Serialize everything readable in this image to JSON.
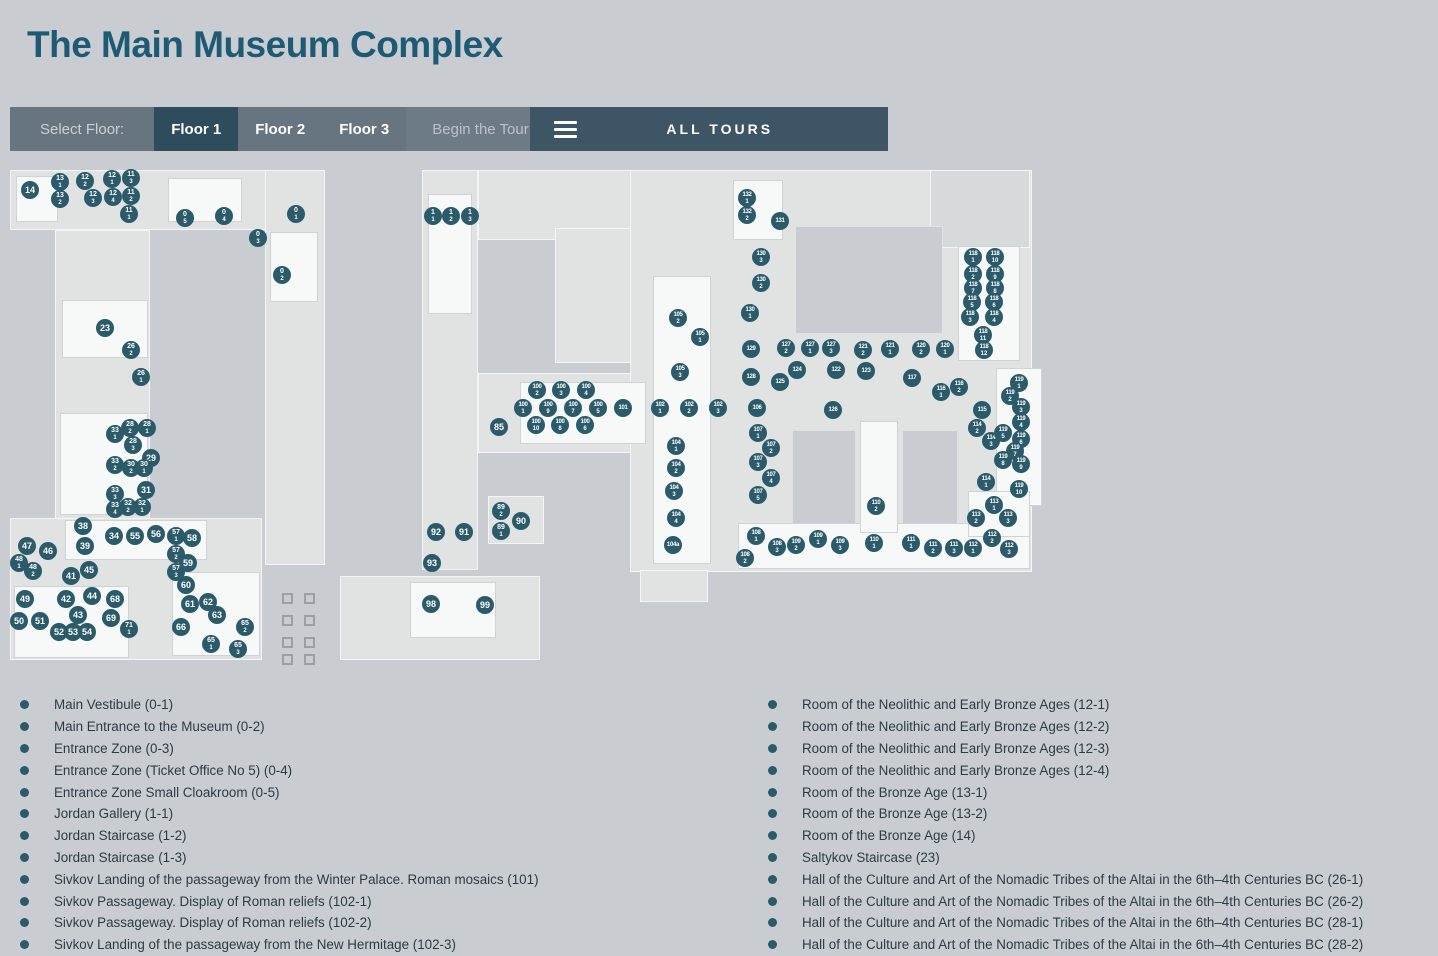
{
  "page": {
    "title": "The Main Museum Complex"
  },
  "toolbar": {
    "select_floor_label": "Select Floor:",
    "floors": [
      {
        "label": "Floor 1",
        "active": true
      },
      {
        "label": "Floor 2",
        "active": false
      },
      {
        "label": "Floor 3",
        "active": false
      }
    ],
    "begin_tour_label": "Begin the Tour",
    "menu_icon": "hamburger-icon",
    "all_tours_label": "ALL TOURS"
  },
  "colors": {
    "page_background": "#c9cdd1",
    "title": "#1e5a74",
    "toolbar_light": "#66757f",
    "toolbar_dark": "#3d5565",
    "active_tab": "#2e4c5c",
    "marker": "#2b5b6b",
    "building": "#e1e3e3",
    "room": "#f7f8f8"
  },
  "map": {
    "markers": [
      [
        "14",
        "",
        20,
        22
      ],
      [
        "13",
        "1",
        50,
        14
      ],
      [
        "12",
        "2",
        75,
        13
      ],
      [
        "12",
        "1",
        102,
        11
      ],
      [
        "11",
        "3",
        121,
        10
      ],
      [
        "13",
        "2",
        50,
        31
      ],
      [
        "12",
        "3",
        83,
        30
      ],
      [
        "12",
        "4",
        103,
        29
      ],
      [
        "11",
        "2",
        121,
        28
      ],
      [
        "11",
        "1",
        119,
        46
      ],
      [
        "0",
        "5",
        175,
        50
      ],
      [
        "0",
        "4",
        214,
        48
      ],
      [
        "0",
        "1",
        286,
        46
      ],
      [
        "0",
        "3",
        248,
        70
      ],
      [
        "0",
        "2",
        272,
        107
      ],
      [
        "1",
        "1",
        423,
        48
      ],
      [
        "1",
        "2",
        441,
        48
      ],
      [
        "1",
        "3",
        460,
        48
      ],
      [
        "23",
        "",
        95,
        160
      ],
      [
        "26",
        "2",
        121,
        182
      ],
      [
        "26",
        "1",
        131,
        209
      ],
      [
        "28",
        "2",
        120,
        260
      ],
      [
        "28",
        "1",
        137,
        260
      ],
      [
        "33",
        "1",
        105,
        266
      ],
      [
        "28",
        "3",
        123,
        277
      ],
      [
        "29",
        "",
        141,
        290
      ],
      [
        "33",
        "2",
        105,
        297
      ],
      [
        "30",
        "2",
        121,
        300
      ],
      [
        "30",
        "1",
        134,
        300
      ],
      [
        "31",
        "",
        136,
        322
      ],
      [
        "33",
        "3",
        105,
        326
      ],
      [
        "32",
        "2",
        118,
        339
      ],
      [
        "32",
        "1",
        132,
        339
      ],
      [
        "33",
        "4",
        105,
        341
      ],
      [
        "38",
        "",
        73,
        358
      ],
      [
        "34",
        "",
        104,
        368
      ],
      [
        "55",
        "",
        125,
        368
      ],
      [
        "56",
        "",
        146,
        366
      ],
      [
        "57",
        "1",
        166,
        368
      ],
      [
        "58",
        "",
        182,
        370
      ],
      [
        "39",
        "",
        75,
        378
      ],
      [
        "47",
        "",
        17,
        378
      ],
      [
        "46",
        "",
        38,
        383
      ],
      [
        "48",
        "1",
        9,
        395
      ],
      [
        "48",
        "2",
        23,
        403
      ],
      [
        "41",
        "",
        61,
        408
      ],
      [
        "45",
        "",
        79,
        402
      ],
      [
        "57",
        "2",
        166,
        386
      ],
      [
        "59",
        "",
        178,
        395
      ],
      [
        "57",
        "3",
        166,
        404
      ],
      [
        "60",
        "",
        176,
        417
      ],
      [
        "49",
        "",
        15,
        431
      ],
      [
        "42",
        "",
        56,
        431
      ],
      [
        "44",
        "",
        82,
        428
      ],
      [
        "68",
        "",
        105,
        431
      ],
      [
        "50",
        "",
        9,
        453
      ],
      [
        "51",
        "",
        30,
        453
      ],
      [
        "43",
        "",
        68,
        447
      ],
      [
        "69",
        "",
        101,
        450
      ],
      [
        "52",
        "",
        49,
        464
      ],
      [
        "53",
        "",
        63,
        464
      ],
      [
        "54",
        "",
        77,
        464
      ],
      [
        "71",
        "1",
        119,
        461
      ],
      [
        "61",
        "",
        180,
        436
      ],
      [
        "62",
        "",
        198,
        434
      ],
      [
        "63",
        "",
        207,
        447
      ],
      [
        "66",
        "",
        171,
        459
      ],
      [
        "65",
        "2",
        235,
        459
      ],
      [
        "65",
        "1",
        201,
        476
      ],
      [
        "65",
        "3",
        228,
        481
      ],
      [
        "92",
        "",
        426,
        364
      ],
      [
        "91",
        "",
        454,
        364
      ],
      [
        "93",
        "",
        422,
        395
      ],
      [
        "89",
        "2",
        491,
        343
      ],
      [
        "90",
        "",
        511,
        353
      ],
      [
        "89",
        "1",
        491,
        363
      ],
      [
        "98",
        "",
        421,
        436
      ],
      [
        "99",
        "",
        475,
        437
      ],
      [
        "85",
        "",
        489,
        259
      ],
      [
        "100",
        "2",
        527,
        222
      ],
      [
        "100",
        "3",
        551,
        222
      ],
      [
        "100",
        "4",
        576,
        222
      ],
      [
        "100",
        "1",
        513,
        240
      ],
      [
        "100",
        "9",
        538,
        240
      ],
      [
        "100",
        "7",
        563,
        240
      ],
      [
        "100",
        "5",
        588,
        240
      ],
      [
        "101",
        "",
        613,
        240
      ],
      [
        "100",
        "10",
        526,
        257
      ],
      [
        "100",
        "8",
        550,
        257
      ],
      [
        "100",
        "6",
        575,
        257
      ],
      [
        "102",
        "1",
        650,
        240
      ],
      [
        "102",
        "2",
        679,
        240
      ],
      [
        "102",
        "3",
        708,
        240
      ],
      [
        "106",
        "",
        747,
        240
      ],
      [
        "105",
        "2",
        668,
        150
      ],
      [
        "105",
        "1",
        690,
        169
      ],
      [
        "105",
        "3",
        670,
        204
      ],
      [
        "104",
        "1",
        666,
        278
      ],
      [
        "104",
        "2",
        666,
        300
      ],
      [
        "104",
        "3",
        664,
        323
      ],
      [
        "104",
        "4",
        666,
        350
      ],
      [
        "104a",
        "",
        663,
        377
      ],
      [
        "107",
        "1",
        748,
        265
      ],
      [
        "107",
        "2",
        761,
        280
      ],
      [
        "107",
        "3",
        748,
        294
      ],
      [
        "107",
        "4",
        761,
        310
      ],
      [
        "107",
        "5",
        748,
        327
      ],
      [
        "108",
        "1",
        746,
        368
      ],
      [
        "108",
        "3",
        767,
        379
      ],
      [
        "108",
        "2",
        735,
        390
      ],
      [
        "109",
        "2",
        786,
        377
      ],
      [
        "109",
        "1",
        808,
        371
      ],
      [
        "109",
        "3",
        830,
        377
      ],
      [
        "110",
        "2",
        866,
        338
      ],
      [
        "110",
        "1",
        864,
        375
      ],
      [
        "111",
        "1",
        901,
        375
      ],
      [
        "111",
        "2",
        923,
        380
      ],
      [
        "111",
        "3",
        944,
        380
      ],
      [
        "112",
        "1",
        963,
        380
      ],
      [
        "112",
        "2",
        982,
        370
      ],
      [
        "112",
        "3",
        999,
        381
      ],
      [
        "113",
        "2",
        966,
        350
      ],
      [
        "113",
        "1",
        984,
        337
      ],
      [
        "113",
        "3",
        998,
        350
      ],
      [
        "114",
        "2",
        967,
        260
      ],
      [
        "114",
        "3",
        981,
        273
      ],
      [
        "114",
        "1",
        976,
        314
      ],
      [
        "115",
        "",
        972,
        242
      ],
      [
        "116",
        "2",
        949,
        219
      ],
      [
        "116",
        "1",
        931,
        224
      ],
      [
        "117",
        "",
        902,
        210
      ],
      [
        "119",
        "1",
        1009,
        215
      ],
      [
        "119",
        "2",
        1000,
        228
      ],
      [
        "119",
        "3",
        1011,
        239
      ],
      [
        "119",
        "4",
        1011,
        254
      ],
      [
        "119",
        "5",
        993,
        265
      ],
      [
        "119",
        "6",
        1011,
        271
      ],
      [
        "119",
        "7",
        1005,
        283
      ],
      [
        "119",
        "8",
        993,
        292
      ],
      [
        "119",
        "9",
        1011,
        296
      ],
      [
        "119",
        "10",
        1009,
        321
      ],
      [
        "118",
        "1",
        963,
        89
      ],
      [
        "118",
        "10",
        985,
        89
      ],
      [
        "118",
        "2",
        963,
        106
      ],
      [
        "118",
        "9",
        985,
        106
      ],
      [
        "118",
        "7",
        963,
        120
      ],
      [
        "118",
        "8",
        985,
        120
      ],
      [
        "118",
        "5",
        962,
        134
      ],
      [
        "118",
        "6",
        984,
        134
      ],
      [
        "118",
        "3",
        960,
        149
      ],
      [
        "118",
        "4",
        984,
        149
      ],
      [
        "118",
        "11",
        973,
        167
      ],
      [
        "118",
        "12",
        974,
        182
      ],
      [
        "129",
        "",
        741,
        181
      ],
      [
        "127",
        "2",
        776,
        180
      ],
      [
        "127",
        "1",
        800,
        180
      ],
      [
        "127",
        "3",
        821,
        180
      ],
      [
        "121",
        "2",
        853,
        182
      ],
      [
        "121",
        "1",
        880,
        181
      ],
      [
        "120",
        "2",
        911,
        181
      ],
      [
        "120",
        "1",
        935,
        181
      ],
      [
        "128",
        "",
        741,
        209
      ],
      [
        "125",
        "",
        770,
        214
      ],
      [
        "124",
        "",
        787,
        202
      ],
      [
        "122",
        "",
        826,
        202
      ],
      [
        "123",
        "",
        856,
        203
      ],
      [
        "126",
        "",
        823,
        242
      ],
      [
        "130",
        "3",
        751,
        89
      ],
      [
        "130",
        "2",
        751,
        115
      ],
      [
        "130",
        "1",
        740,
        145
      ],
      [
        "131",
        "",
        770,
        53
      ],
      [
        "132",
        "1",
        737,
        30
      ],
      [
        "132",
        "2",
        737,
        47
      ]
    ]
  },
  "legend": {
    "left": [
      "Main Vestibule (0-1)",
      "Main Entrance to the Museum (0-2)",
      "Entrance Zone (0-3)",
      "Entrance Zone (Ticket Office No 5) (0-4)",
      "Entrance Zone Small Cloakroom (0-5)",
      "Jordan Gallery (1-1)",
      "Jordan Staircase (1-2)",
      "Jordan Staircase (1-3)",
      "Sivkov Landing of the passageway from the Winter Palace. Roman mosaics (101)",
      "Sivkov Passageway. Display of Roman reliefs (102-1)",
      "Sivkov Passageway. Display of Roman reliefs (102-2)",
      "Sivkov Landing of the passageway from the New Hermitage (102-3)"
    ],
    "right": [
      "Room of the Neolithic and Early Bronze Ages (12-1)",
      "Room of the Neolithic and Early Bronze Ages (12-2)",
      "Room of the Neolithic and Early Bronze Ages (12-3)",
      "Room of the Neolithic and Early Bronze Ages (12-4)",
      "Room of the Bronze Age (13-1)",
      "Room of the Bronze Age (13-2)",
      "Room of the Bronze Age (14)",
      "Saltykov Staircase (23)",
      "Hall of the Culture and Art of the Nomadic Tribes of the Altai in the 6th–4th Centuries BC (26-1)",
      "Hall of the Culture and Art of the Nomadic Tribes of the Altai in the 6th–4th Centuries BC (26-2)",
      "Hall of the Culture and Art of the Nomadic Tribes of the Altai in the 6th–4th Centuries BC (28-1)",
      "Hall of the Culture and Art of the Nomadic Tribes of the Altai in the 6th–4th Centuries BC (28-2)"
    ]
  }
}
